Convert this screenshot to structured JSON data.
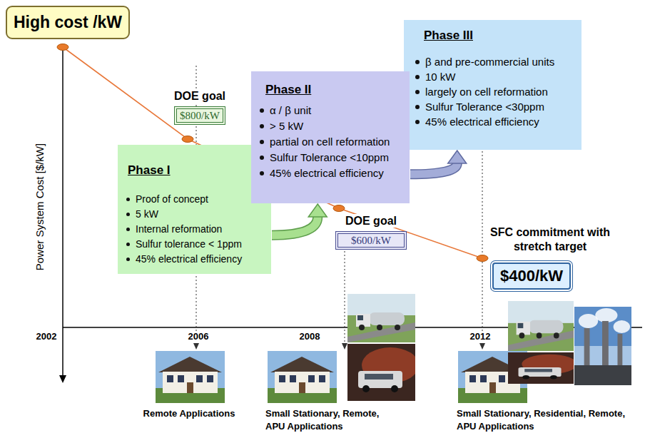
{
  "diagram": {
    "nodes": [
      {
        "text": [
          "High cost /kW"
        ]
      },
      {
        "text": [
          "DOE goal",
          "$800/kW"
        ]
      },
      {
        "text": [
          "Phase I",
          "Proof of concept",
          "5 kW",
          "Internal reformation",
          "Sulfur tolerance < 1ppm",
          "45% electrical efficiency"
        ]
      },
      {
        "text": [
          "Phase II",
          "α / β unit",
          "> 5 kW",
          "partial on cell reformation",
          "Sulfur Tolerance <10ppm",
          "45% electrical efficiency"
        ]
      },
      {
        "text": [
          "Phase III",
          "β and pre-commercial units",
          "10 kW",
          "largely on cell reformation",
          "Sulfur Tolerance <30ppm",
          "45% electrical efficiency"
        ]
      },
      {
        "text": [
          "DOE goal",
          "$600/kW"
        ]
      },
      {
        "text": [
          "SFC commitment with stretch target",
          "$400/kW"
        ]
      }
    ],
    "edges": [
      {
        "from": 2,
        "to": 3,
        "arrow": "to"
      },
      {
        "from": 3,
        "to": 4,
        "arrow": "to"
      }
    ],
    "labels": [
      "Power System Cost [$/kW]",
      "2002",
      "2006",
      "2008",
      "2012",
      "Remote Applications",
      "Small Stationary, Remote, APU Applications",
      "Small Stationary, Residential, Remote, APU Applications"
    ]
  }
}
